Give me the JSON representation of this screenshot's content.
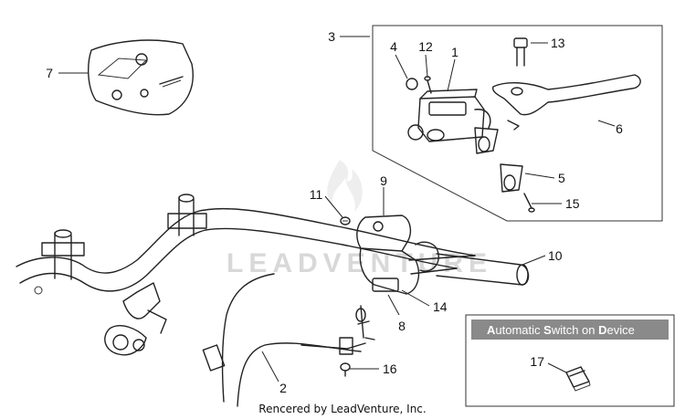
{
  "callouts": [
    "1",
    "2",
    "3",
    "4",
    "5",
    "6",
    "7",
    "8",
    "9",
    "10",
    "11",
    "12",
    "13",
    "14",
    "15",
    "16",
    "17"
  ],
  "inset_title": {
    "a": "A",
    "utomatic": "utomatic ",
    "s": "S",
    "witch_on": "witch on ",
    "d": "D",
    "evice": "evice"
  },
  "watermark": "LEADVENTURE",
  "footer": "Rencered by LeadVenture, Inc.",
  "icons": [
    "leadventure-flame-logo"
  ],
  "colors": {
    "inset_header": "#8a8a8a",
    "line": "#222222",
    "watermark": "#d8d8d8"
  }
}
